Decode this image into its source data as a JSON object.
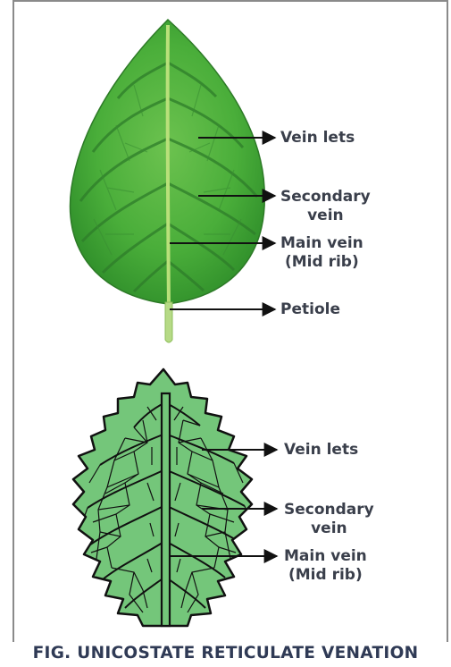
{
  "top_leaf": {
    "labels": {
      "vein_lets": "Vein lets",
      "secondary_vein_line1": "Secondary",
      "secondary_vein_line2": "vein",
      "main_vein_line1": "Main vein",
      "main_vein_line2": "(Mid rib)",
      "petiole": "Petiole"
    }
  },
  "bottom_leaf": {
    "labels": {
      "vein_lets": "Vein lets",
      "secondary_vein_line1": "Secondary",
      "secondary_vein_line2": "vein",
      "main_vein_line1": "Main vein",
      "main_vein_line2": "(Mid rib)"
    }
  },
  "caption": "FIG. UNICOSTATE RETICULATE VENATION",
  "colors": {
    "leaf_green": "#4caf3f",
    "leaf_dark": "#2e7d2a",
    "illustration_fill": "#74c67a",
    "outline": "#111111",
    "label_text": "#3a3f4b",
    "caption_text": "#2f3a55",
    "frame": "#8a8a8a"
  }
}
